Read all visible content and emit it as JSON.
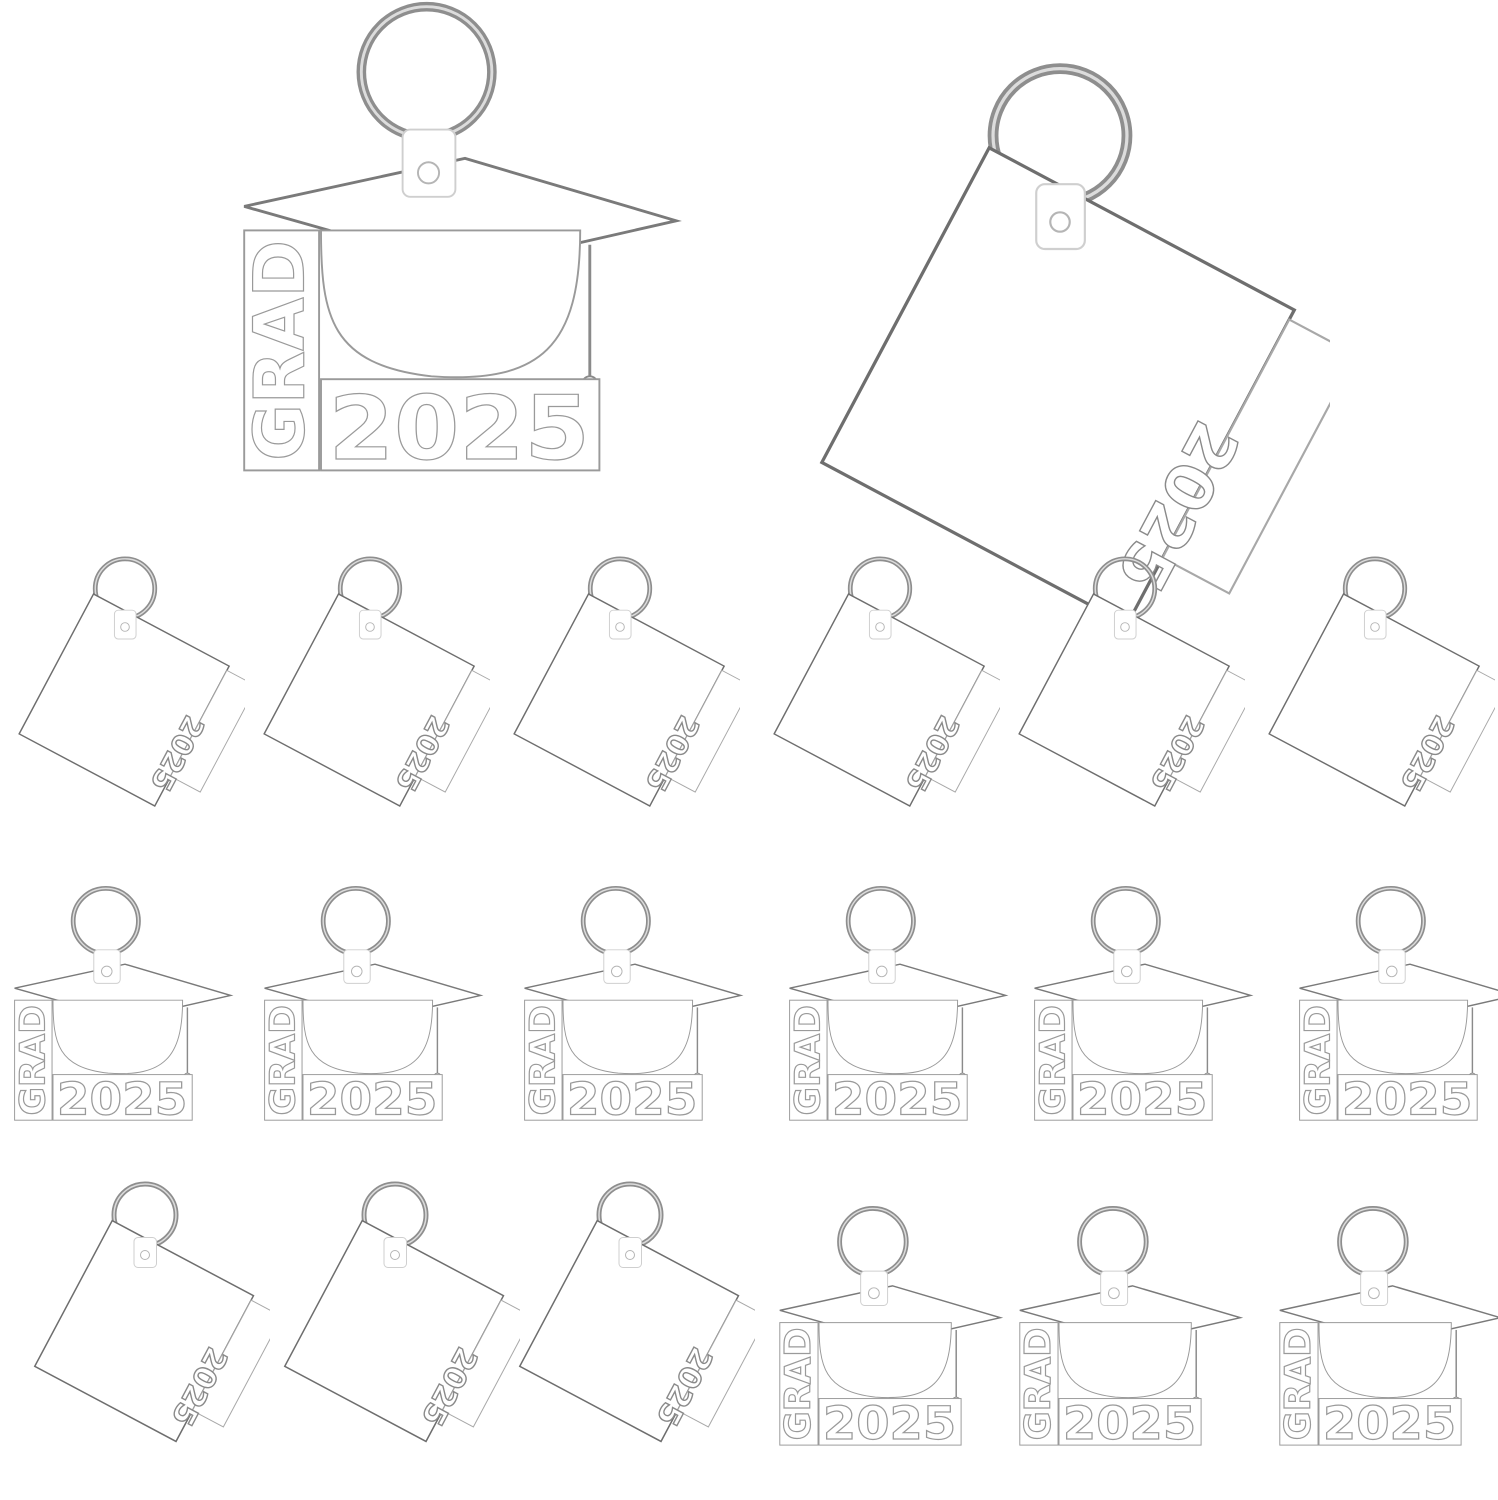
{
  "photo": {
    "background_color": "#ffffff",
    "ring_color": "#8e8e8e",
    "panel_fill": "#ffffff",
    "panel_edge": "#7a7a7a",
    "cap_engraving": {
      "word": "GRAD",
      "year": "2025"
    },
    "square_engraving": {
      "year": "2025"
    },
    "featured": [
      {
        "kind": "cap"
      },
      {
        "kind": "square"
      }
    ],
    "grid": [
      {
        "kind": "square"
      },
      {
        "kind": "square"
      },
      {
        "kind": "square"
      },
      {
        "kind": "square"
      },
      {
        "kind": "square"
      },
      {
        "kind": "square"
      },
      {
        "kind": "cap"
      },
      {
        "kind": "cap"
      },
      {
        "kind": "cap"
      },
      {
        "kind": "cap"
      },
      {
        "kind": "cap"
      },
      {
        "kind": "cap"
      },
      {
        "kind": "square"
      },
      {
        "kind": "square"
      },
      {
        "kind": "square"
      },
      {
        "kind": "cap"
      },
      {
        "kind": "cap"
      },
      {
        "kind": "cap"
      }
    ]
  }
}
